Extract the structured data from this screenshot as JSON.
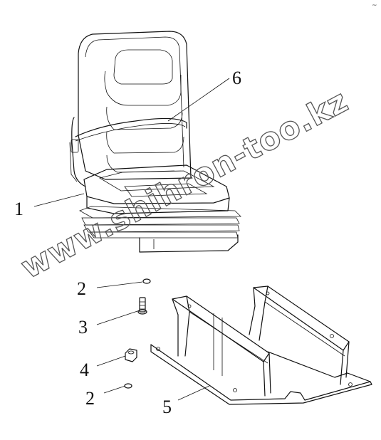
{
  "corner_mark": "~",
  "watermark": "www.shihron-too.kz",
  "callouts": [
    {
      "id": "c1",
      "text": "1"
    },
    {
      "id": "c6",
      "text": "6"
    },
    {
      "id": "c2a",
      "text": "2"
    },
    {
      "id": "c3",
      "text": "3"
    },
    {
      "id": "c4",
      "text": "4"
    },
    {
      "id": "c2b",
      "text": "2"
    },
    {
      "id": "c5",
      "text": "5"
    }
  ]
}
